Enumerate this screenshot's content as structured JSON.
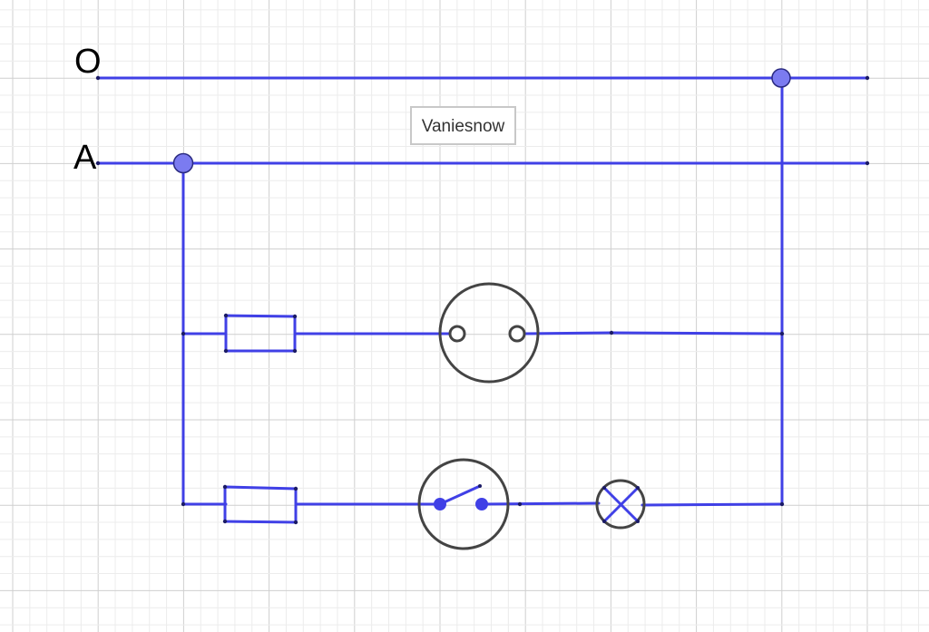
{
  "labels": {
    "neutral": "O",
    "phase": "A"
  },
  "watermark": "Vaniesnow",
  "colors": {
    "wire": "#4040e6",
    "junction_fill": "#7b7bf0",
    "symbol_outline": "#444444",
    "grid_minor": "#ececec",
    "grid_major": "#cfcfcf",
    "background": "#ffffff"
  },
  "components": [
    {
      "type": "fuse",
      "branch": "socket"
    },
    {
      "type": "socket",
      "branch": "socket"
    },
    {
      "type": "fuse",
      "branch": "lamp"
    },
    {
      "type": "switch",
      "branch": "lamp"
    },
    {
      "type": "lamp",
      "branch": "lamp"
    }
  ]
}
